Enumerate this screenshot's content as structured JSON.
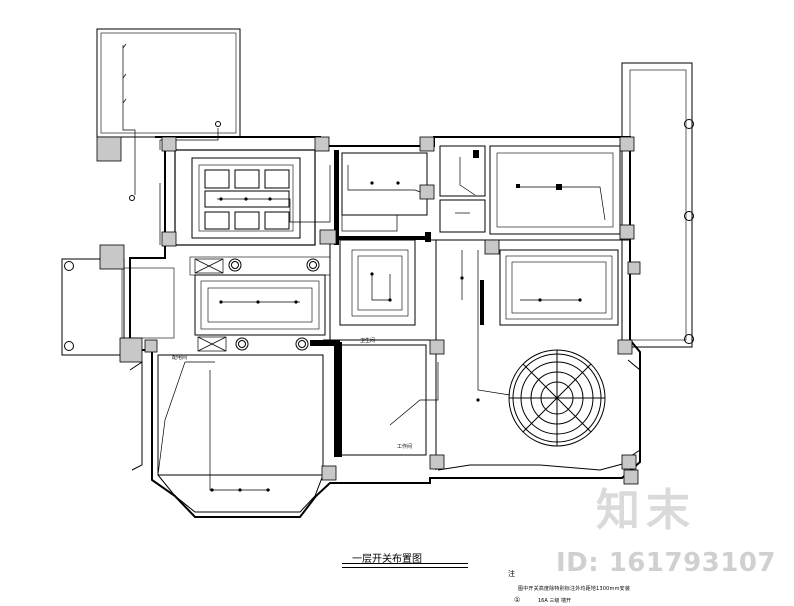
{
  "drawing": {
    "title": "一层开关布置图",
    "notes": {
      "heading": "注",
      "line1": "图中开关高度除特别标注外均距地1300mm安装",
      "number": "①",
      "item": "16A 三级 墙开"
    },
    "room_labels": {
      "room_a": "配电间",
      "room_b": "卫生间",
      "room_c": "工作间"
    }
  },
  "watermark": {
    "brand": "知末",
    "id_text": "ID: 161793107"
  },
  "colors": {
    "line": "#000000",
    "wall_fill": "#c8c8c8",
    "watermark": "#969696"
  }
}
